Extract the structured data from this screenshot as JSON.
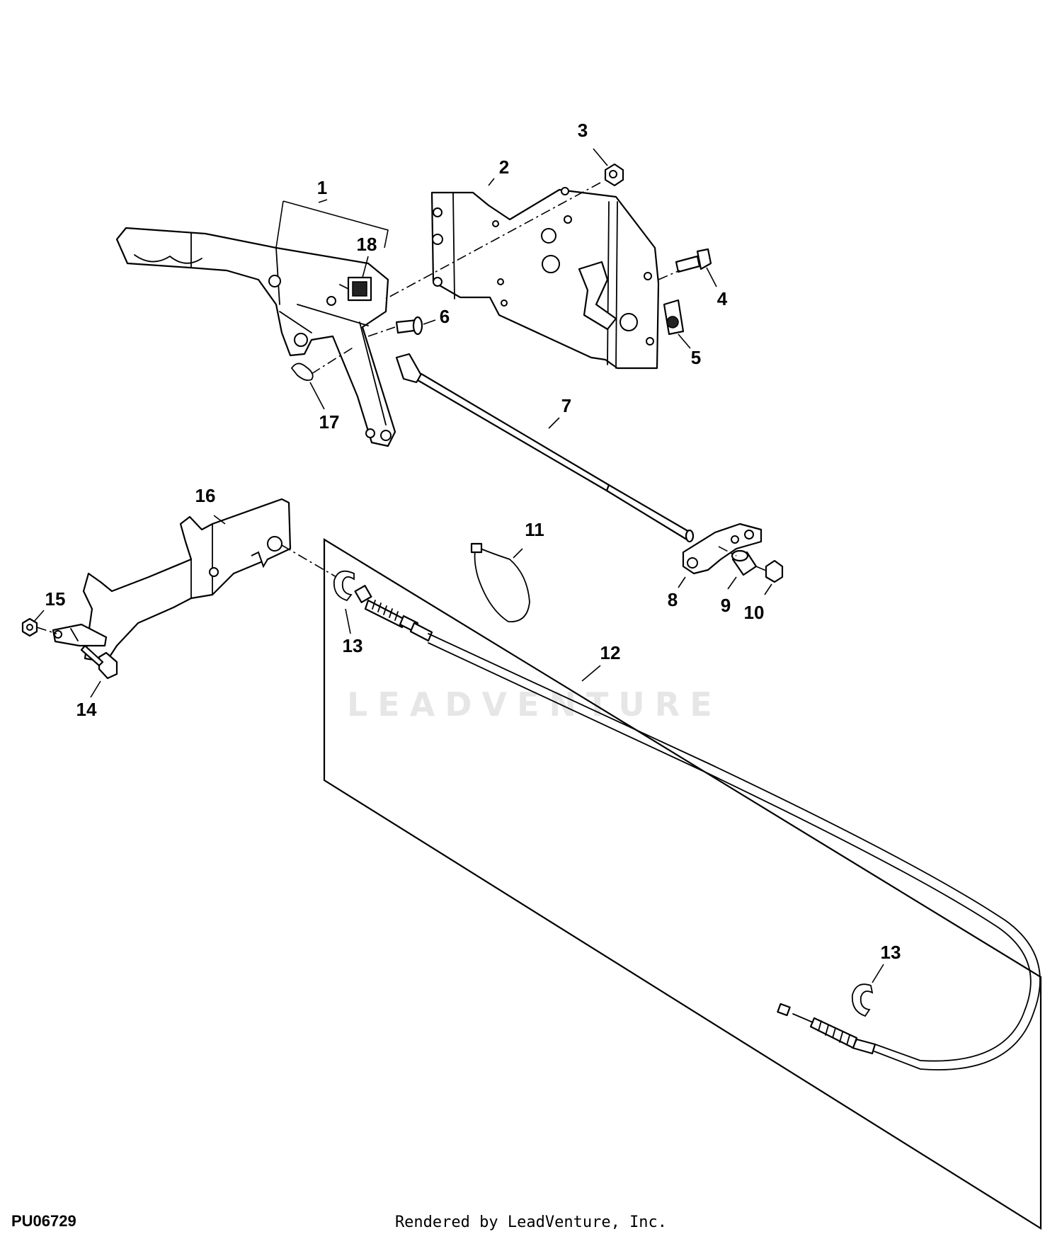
{
  "diagram": {
    "callouts": [
      {
        "id": "c1",
        "text": "1"
      },
      {
        "id": "c2",
        "text": "2"
      },
      {
        "id": "c3",
        "text": "3"
      },
      {
        "id": "c4",
        "text": "4"
      },
      {
        "id": "c5",
        "text": "5"
      },
      {
        "id": "c6",
        "text": "6"
      },
      {
        "id": "c7",
        "text": "7"
      },
      {
        "id": "c8",
        "text": "8"
      },
      {
        "id": "c9",
        "text": "9"
      },
      {
        "id": "c10",
        "text": "10"
      },
      {
        "id": "c11",
        "text": "11"
      },
      {
        "id": "c12",
        "text": "12"
      },
      {
        "id": "c13a",
        "text": "13"
      },
      {
        "id": "c13b",
        "text": "13"
      },
      {
        "id": "c14",
        "text": "14"
      },
      {
        "id": "c15",
        "text": "15"
      },
      {
        "id": "c16",
        "text": "16"
      },
      {
        "id": "c17",
        "text": "17"
      },
      {
        "id": "c18",
        "text": "18"
      }
    ]
  },
  "footer": {
    "figure_code": "PU06729",
    "credit": "Rendered by LeadVenture, Inc."
  },
  "watermark": {
    "text": "LEADVENTURE"
  }
}
